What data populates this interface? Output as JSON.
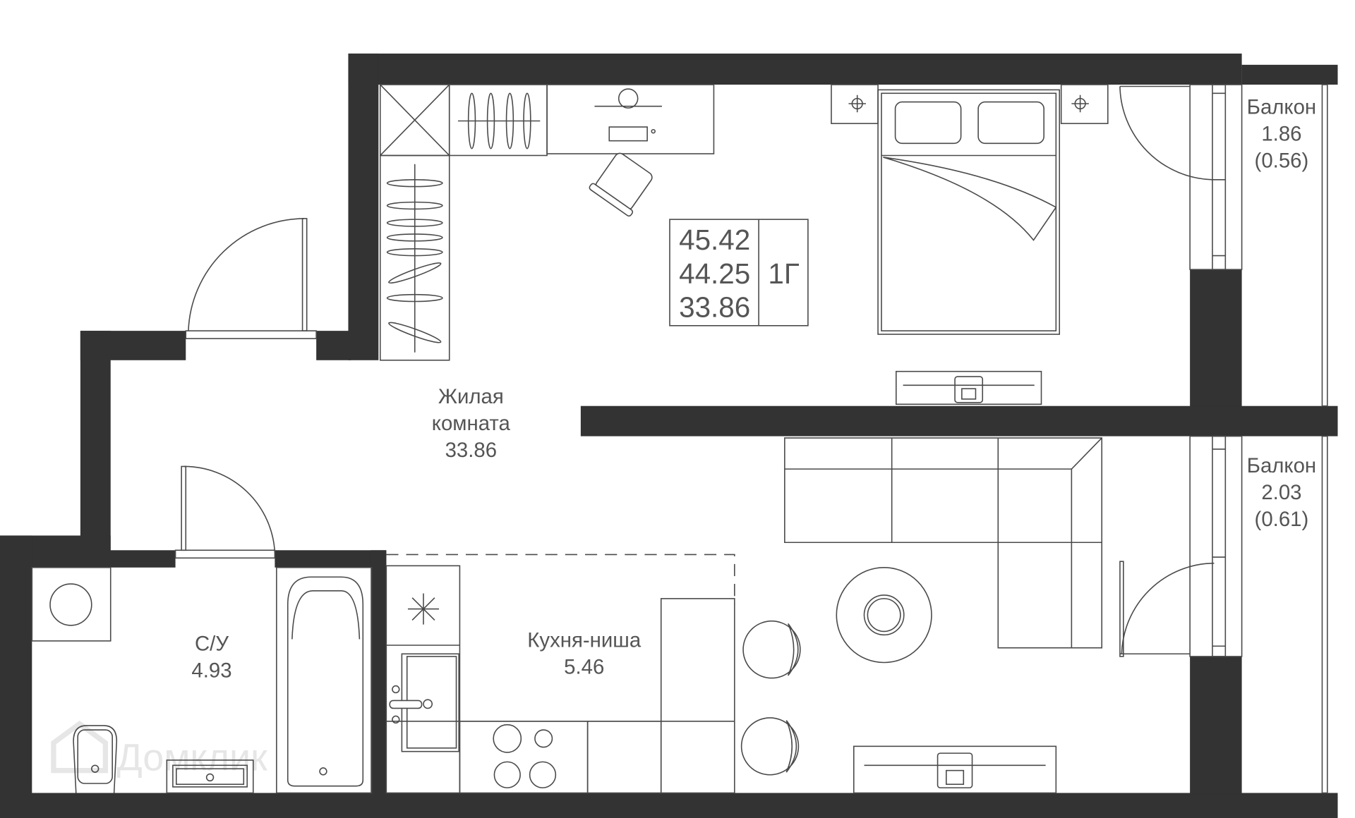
{
  "plan": {
    "summary": {
      "total_area": "45.42",
      "area_excl_balcony": "44.25",
      "living_area": "33.86",
      "type": "1Г"
    },
    "rooms": {
      "living": {
        "name_line1": "Жилая",
        "name_line2": "комната",
        "area": "33.86"
      },
      "bathroom": {
        "name": "С/У",
        "area": "4.93"
      },
      "kitchen": {
        "name": "Кухня-ниша",
        "area": "5.46"
      },
      "balcony_top": {
        "name": "Балкон",
        "area": "1.86",
        "reduced_area": "(0.56)"
      },
      "balcony_bottom": {
        "name": "Балкон",
        "area": "2.03",
        "reduced_area": "(0.61)"
      }
    },
    "watermark": "Домклик",
    "colors": {
      "wall": "#333333",
      "line": "#4a4a4a",
      "text": "#555555"
    }
  }
}
